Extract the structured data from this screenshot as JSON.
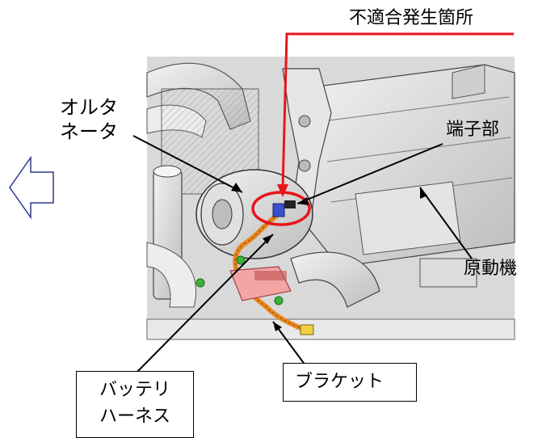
{
  "labels": {
    "defect_location": "不適合発生箇所",
    "alternator_line1": "オルタ",
    "alternator_line2": "ネータ",
    "terminal": "端子部",
    "engine": "原動機",
    "bracket": "ブラケット",
    "battery_harness_line1": "バッテリ",
    "battery_harness_line2": "ハーネス"
  },
  "colors": {
    "callout_red": "#e8141c",
    "harness_orange": "#e8861a",
    "bracket_pink": "#f3a4a4",
    "connector_green": "#3cb33c"
  },
  "icons": {
    "direction": "left-arrow-icon"
  }
}
